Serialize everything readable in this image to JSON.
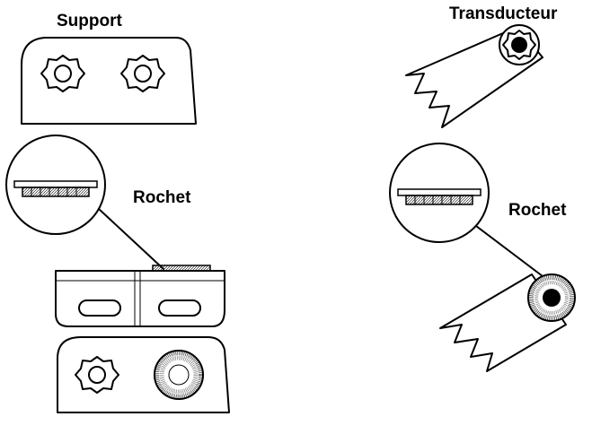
{
  "labels": {
    "support": "Support",
    "transducer": "Transducteur",
    "ratchet_left": "Rochet",
    "ratchet_right": "Rochet"
  },
  "colors": {
    "line": "#000000",
    "background": "#ffffff"
  }
}
